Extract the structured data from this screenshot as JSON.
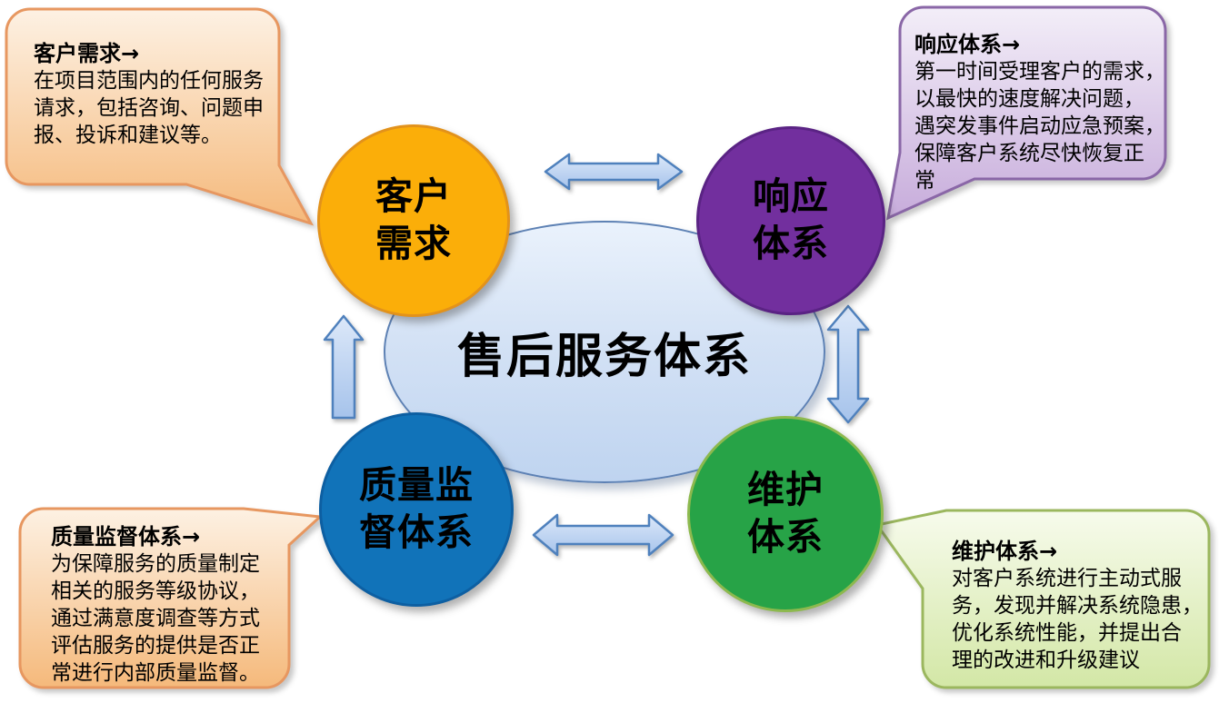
{
  "page": {
    "background": "#FFFFFF"
  },
  "center": {
    "label": "售后服务体系",
    "fill_top": "#EAF2FC",
    "fill_bottom": "#BFD4F0",
    "border_color": "#5D81B4"
  },
  "nodes": [
    {
      "id": "customer-demand",
      "lines": [
        "客户",
        "需求"
      ],
      "fill": "#FBAE09",
      "border_color": "#E2921B"
    },
    {
      "id": "response-system",
      "lines": [
        "响应",
        "体系"
      ],
      "fill": "#722F9E",
      "border_color": "#5A2384"
    },
    {
      "id": "quality-supervision-system",
      "lines": [
        "质量监",
        "督体系"
      ],
      "fill": "#1173B9",
      "border_color": "#0D5FA2"
    },
    {
      "id": "maintenance-system",
      "lines": [
        "维护",
        "体系"
      ],
      "fill": "#27A347",
      "border_color": "#8DB94E"
    }
  ],
  "callouts": [
    {
      "id": "customer-demand",
      "title": "客户需求→",
      "body": "在项目范围内的任何服务\n请求，包括咨询、问题申\n报、投诉和建议等。",
      "fill_top": "#FDF1E3",
      "fill_bottom": "#F5B97B",
      "border_color": "#E79760"
    },
    {
      "id": "response-system",
      "title": "响应体系→",
      "body": "第一时间受理客户的需求，\n以最快的速度解决问题，\n遇突发事件启动应急预案，\n保障客户系统尽快恢复正\n常",
      "fill_top": "#F3EEF8",
      "fill_bottom": "#C7ACDB",
      "border_color": "#8A67A7"
    },
    {
      "id": "quality-supervision-system",
      "title": "质量监督体系→",
      "body": "为保障服务的质量制定\n相关的服务等级协议，\n通过满意度调查等方式\n评估服务的提供是否正\n常进行内部质量监督。",
      "fill_top": "#FDF1E3",
      "fill_bottom": "#F5B97B",
      "border_color": "#E79760"
    },
    {
      "id": "maintenance-system",
      "title": "维护体系→",
      "body": "对客户系统进行主动式服\n务，发现并解决系统隐患，\n优化系统性能，并提出合\n理的改进和升级建议",
      "fill_top": "#F7FBEC",
      "fill_bottom": "#D3E7A6",
      "border_color": "#9BB75E"
    }
  ],
  "arrows": [
    {
      "id": "top",
      "style": "double-headed",
      "orientation": "horizontal",
      "connects": [
        "customer-demand",
        "response-system"
      ],
      "fill": "#C9DCF5",
      "border_color": "#4F81BD"
    },
    {
      "id": "right",
      "style": "double-headed",
      "orientation": "vertical",
      "connects": [
        "response-system",
        "maintenance-system"
      ],
      "fill": "#C9DCF5",
      "border_color": "#4F81BD"
    },
    {
      "id": "bottom",
      "style": "double-headed",
      "orientation": "horizontal",
      "connects": [
        "quality-supervision-system",
        "maintenance-system"
      ],
      "fill": "#C9DCF5",
      "border_color": "#4F81BD"
    },
    {
      "id": "left",
      "style": "single-headed-up",
      "orientation": "vertical",
      "connects": [
        "quality-supervision-system",
        "customer-demand"
      ],
      "fill": "#C9DCF5",
      "border_color": "#4F81BD"
    }
  ]
}
